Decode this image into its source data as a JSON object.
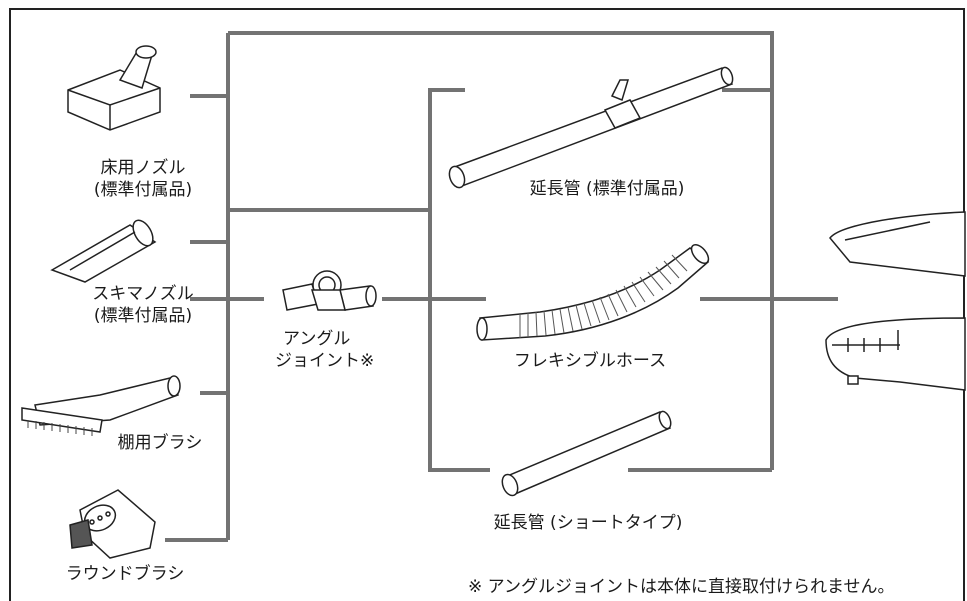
{
  "parts": {
    "floor_nozzle": {
      "line1": "床用ノズル",
      "line2": "(標準付属品)"
    },
    "crevice_nozzle": {
      "line1": "スキマノズル",
      "line2": "(標準付属品)"
    },
    "shelf_brush": {
      "line1": "棚用ブラシ"
    },
    "round_brush": {
      "line1": "ラウンドブラシ"
    },
    "angle_joint": {
      "line1": "アングル",
      "line2": "ジョイント※"
    },
    "extension_pipe_std": {
      "line1": "延長管 (標準付属品)"
    },
    "flexible_hose": {
      "line1": "フレキシブルホース"
    },
    "extension_pipe_short": {
      "line1": "延長管 (ショートタイプ)"
    }
  },
  "footnote": "※ アングルジョイントは本体に直接取付けられません。",
  "colors": {
    "connector": "#737373",
    "outline": "#222222"
  }
}
